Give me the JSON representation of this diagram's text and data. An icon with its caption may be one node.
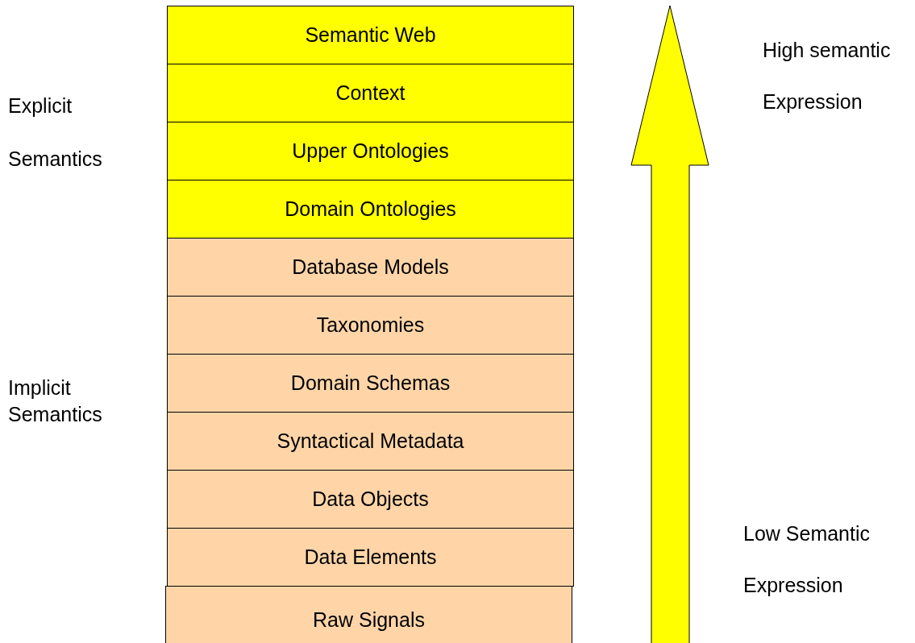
{
  "diagram": {
    "nodes": [
      {
        "text": [
          "Semantic Web"
        ]
      },
      {
        "text": [
          "Context"
        ]
      },
      {
        "text": [
          "Upper Ontologies"
        ]
      },
      {
        "text": [
          "Domain Ontologies"
        ]
      },
      {
        "text": [
          "Database Models"
        ]
      },
      {
        "text": [
          "Taxonomies"
        ]
      },
      {
        "text": [
          "Domain Schemas"
        ]
      },
      {
        "text": [
          "Syntactical Metadata"
        ]
      },
      {
        "text": [
          "Data Objects"
        ]
      },
      {
        "text": [
          "Data Elements"
        ]
      },
      {
        "text": [
          "Raw Signals"
        ]
      }
    ],
    "labels": [
      "High semantic Expression",
      "Explicit Semantics",
      "Implicit Semantics",
      "Low Semantic Expression"
    ]
  }
}
